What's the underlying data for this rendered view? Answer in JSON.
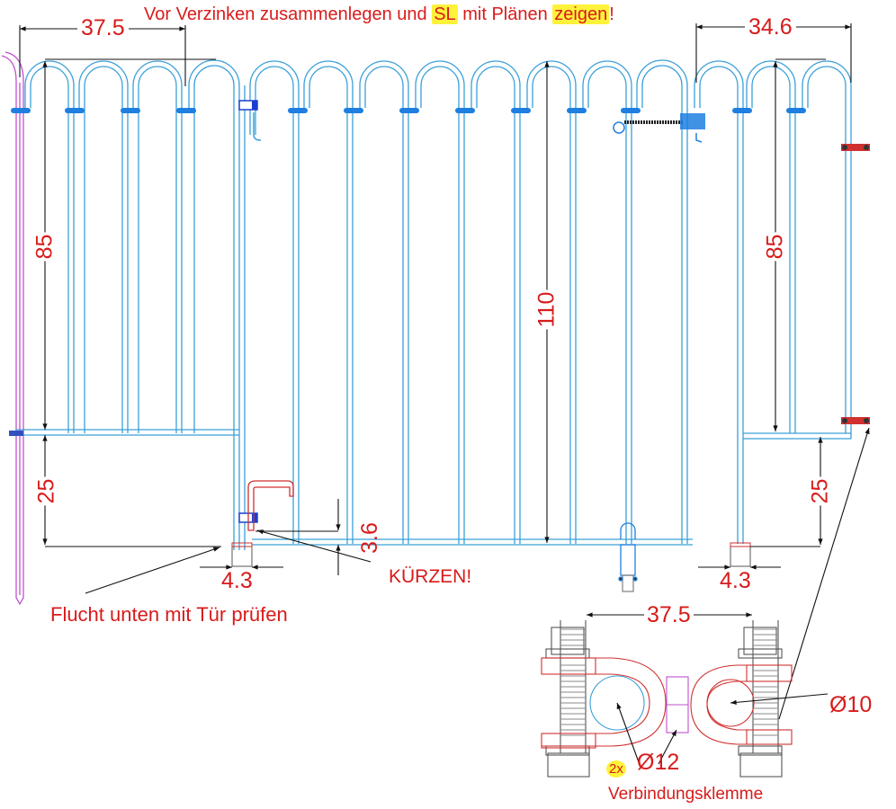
{
  "title_note": {
    "parts": [
      {
        "text": "Vor Verzinken zusammenlegen und ",
        "highlight": false
      },
      {
        "text": "SL",
        "highlight": true
      },
      {
        "text": " mit Plänen ",
        "highlight": false
      },
      {
        "text": "zeigen",
        "highlight": true
      },
      {
        "text": "!",
        "highlight": false
      }
    ]
  },
  "dimensions": {
    "left_top_width": "37.5",
    "right_top_width": "34.6",
    "left_upper_height": "85",
    "right_upper_height": "85",
    "door_height": "110",
    "left_lower_height": "25",
    "right_lower_height": "25",
    "left_foot_width": "4.3",
    "right_foot_width": "4.3",
    "latch_offset": "3.6",
    "clamp_spacing": "37.5",
    "clamp_diameter_large": "Ø12",
    "clamp_diameter_small": "Ø10"
  },
  "notes": {
    "shorten": "KÜRZEN!",
    "check_alignment": "Flucht unten mit Tür prüfen",
    "clamp_label": "Verbindungsklemme",
    "clamp_qty": "2x"
  },
  "colors": {
    "rail": "#3aa0d8",
    "rail_dark": "#1e6fd0",
    "dim_line": "#111111",
    "text": "#d81b1b",
    "post": "#c050d0",
    "red_part": "#d03030",
    "highlight": "#fff23a"
  },
  "fence": {
    "left_panel_arches": 4,
    "door_arches": 8,
    "right_panel_arches": 3
  }
}
